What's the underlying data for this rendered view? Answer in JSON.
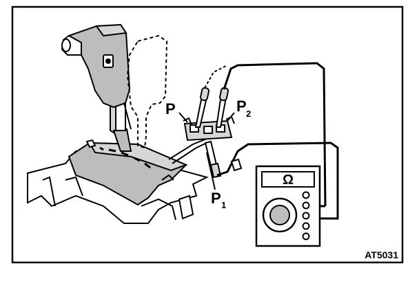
{
  "labels": {
    "p": "P",
    "p1_main": "P",
    "p1_sub": "1",
    "p2_main": "P",
    "p2_sub": "2"
  },
  "meter": {
    "unit_symbol": "Ω"
  },
  "figure_code": "AT5031",
  "colors": {
    "ink": "#000000",
    "paper": "#ffffff",
    "shade": "#bdbdbd",
    "light_shade": "#d6d6d6"
  }
}
